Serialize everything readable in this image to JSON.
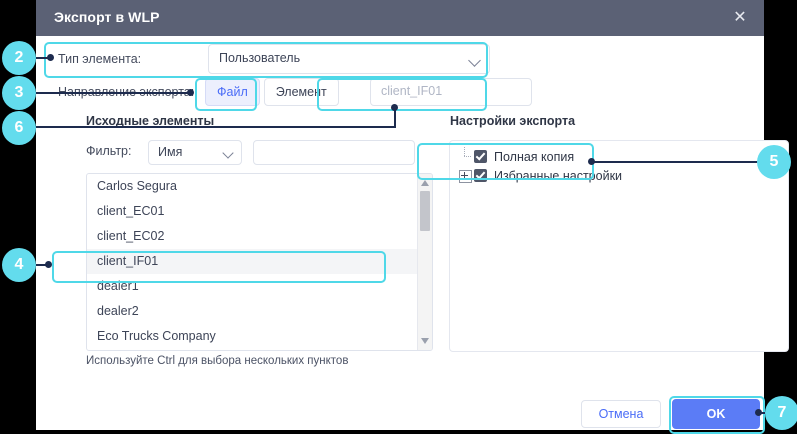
{
  "dialog": {
    "title": "Экспорт в WLP",
    "close_icon": "close-icon"
  },
  "form": {
    "item_type_label": "Тип элемента:",
    "item_type_value": "Пользователь",
    "direction_label": "Направление экспорта:",
    "direction_options": [
      "Файл",
      "Элемент"
    ],
    "direction_selected": "Файл",
    "file_placeholder": "client_IF01"
  },
  "source_panel": {
    "title": "Исходные элементы",
    "filter_label": "Фильтр:",
    "filter_value": "Имя",
    "filter_input_value": "",
    "items": [
      {
        "label": "Carlos Segura",
        "selected": false
      },
      {
        "label": "client_EC01",
        "selected": false
      },
      {
        "label": "client_EC02",
        "selected": false
      },
      {
        "label": "client_IF01",
        "selected": true
      },
      {
        "label": "dealer1",
        "selected": false
      },
      {
        "label": "dealer2",
        "selected": false
      },
      {
        "label": "Eco Trucks Company",
        "selected": false
      }
    ],
    "hint": "Используйте Ctrl для выбора нескольких пунктов"
  },
  "settings_panel": {
    "title": "Настройки экспорта",
    "tree": [
      {
        "label": "Полная копия",
        "checked": true,
        "expandable": false
      },
      {
        "label": "Избранные настройки",
        "checked": true,
        "expandable": true
      }
    ]
  },
  "footer": {
    "cancel_label": "Отмена",
    "ok_label": "OK"
  },
  "callouts": [
    {
      "n": "2"
    },
    {
      "n": "3"
    },
    {
      "n": "6"
    },
    {
      "n": "4"
    },
    {
      "n": "5"
    },
    {
      "n": "7"
    }
  ],
  "colors": {
    "header_bg": "#5b6175",
    "accent_cyan": "#63dced",
    "primary_blue": "#5b7cf6",
    "leader_navy": "#1d2b4e"
  }
}
